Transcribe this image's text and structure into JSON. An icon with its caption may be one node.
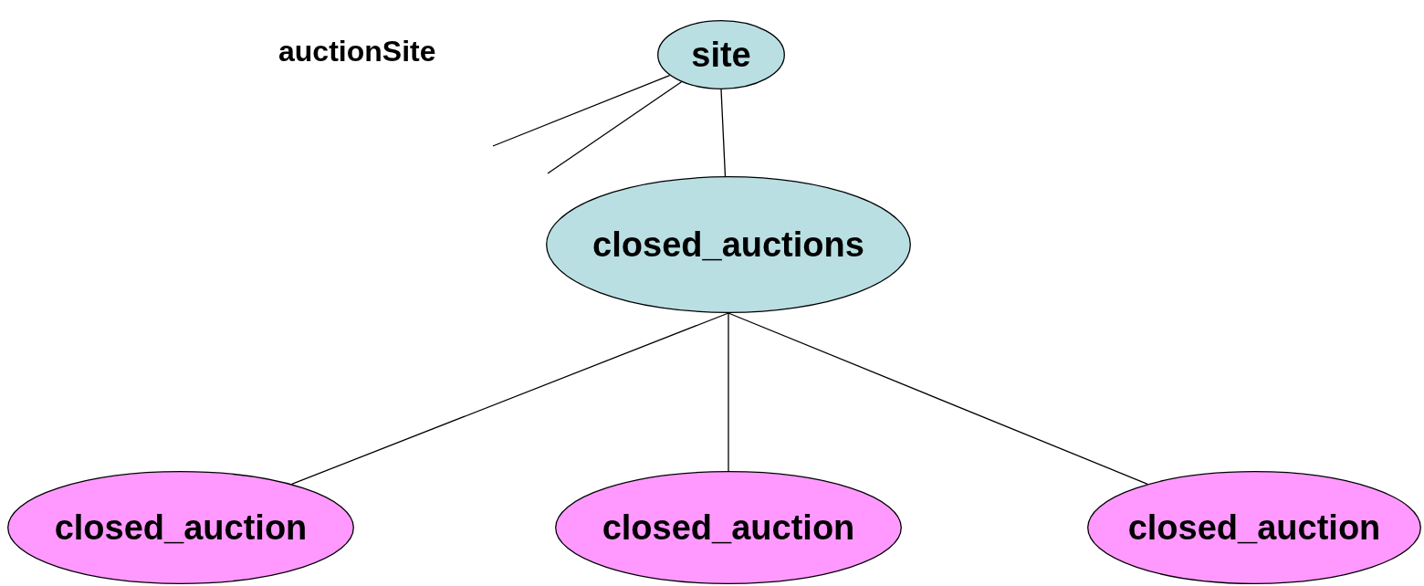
{
  "diagram": {
    "nodes": [
      {
        "text": [
          "site"
        ]
      },
      {
        "text": [
          "closed_auctions"
        ]
      },
      {
        "text": [
          "closed_auction"
        ]
      },
      {
        "text": [
          "closed_auction"
        ]
      },
      {
        "text": [
          "closed_auction"
        ]
      }
    ],
    "edges": [
      {
        "from": 0,
        "to": null,
        "arrow": "none"
      },
      {
        "from": 0,
        "to": null,
        "arrow": "none"
      },
      {
        "from": 0,
        "to": 1,
        "arrow": "none"
      },
      {
        "from": 1,
        "to": 2,
        "arrow": "none"
      },
      {
        "from": 1,
        "to": 3,
        "arrow": "none"
      },
      {
        "from": 1,
        "to": 4,
        "arrow": "none"
      }
    ],
    "labels": [
      "auctionSite"
    ]
  }
}
